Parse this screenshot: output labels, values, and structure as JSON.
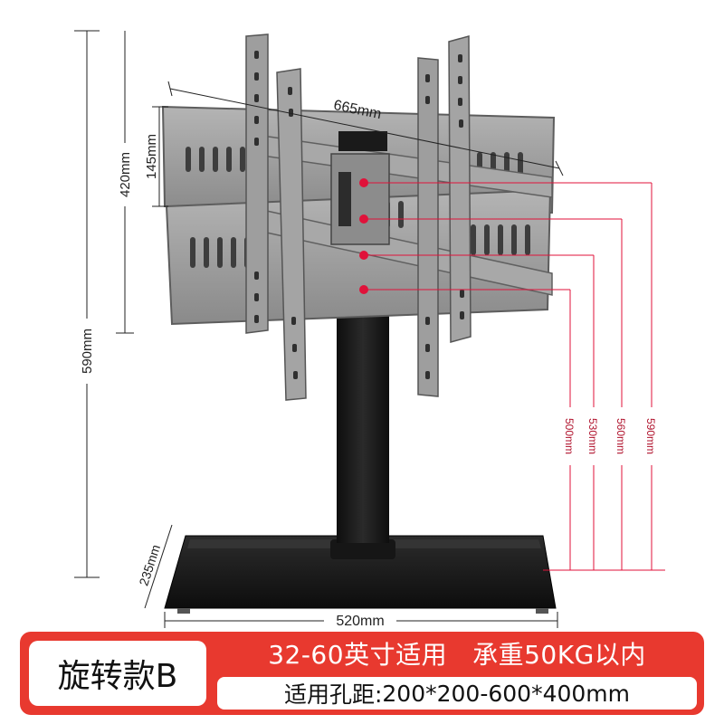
{
  "dimensions": {
    "width_top": "665mm",
    "height_total": "590mm",
    "height_upper": "420mm",
    "height_bracket": "145mm",
    "base_depth": "235mm",
    "base_width": "520mm",
    "heights": [
      "500mm",
      "530mm",
      "560mm",
      "590mm"
    ]
  },
  "banner": {
    "model": "旋转款B",
    "size_range": "32-60英寸适用",
    "load": "承重50KG以内",
    "holes_label": "适用孔距:",
    "holes_value": "200*200-600*400mm"
  },
  "colors": {
    "banner": "#e8392f",
    "height_markers": "#e0123a",
    "bracket": "#9a9a9a",
    "stand": "#1b1b1b"
  }
}
